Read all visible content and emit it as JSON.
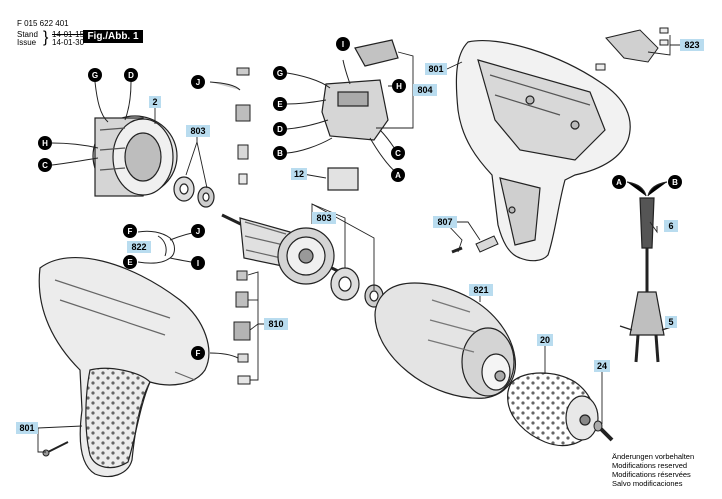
{
  "header": {
    "part_number": "F 015 622 401",
    "stand_label": "Stand",
    "issue_label": "Issue",
    "stand_date": "14-01-15",
    "issue_date": "14-01-30",
    "figure_label": "Fig./Abb. 1"
  },
  "notes": [
    "Änderungen vorbehalten",
    "Modifications reserved",
    "Modifications réservées",
    "Salvo modificaciones"
  ],
  "connectors": {
    "D": "D",
    "E": "E",
    "F": "F",
    "G": "G",
    "H": "H",
    "I": "I",
    "J": "J",
    "A": "A",
    "B": "B",
    "C": "C"
  },
  "parts": {
    "p801": "801",
    "p804": "804",
    "p823": "823",
    "p2": "2",
    "p803": "803",
    "p12": "12",
    "p807": "807",
    "p6": "6",
    "p822": "822",
    "p810": "810",
    "p821": "821",
    "p20": "20",
    "p24": "24",
    "p5": "5"
  }
}
